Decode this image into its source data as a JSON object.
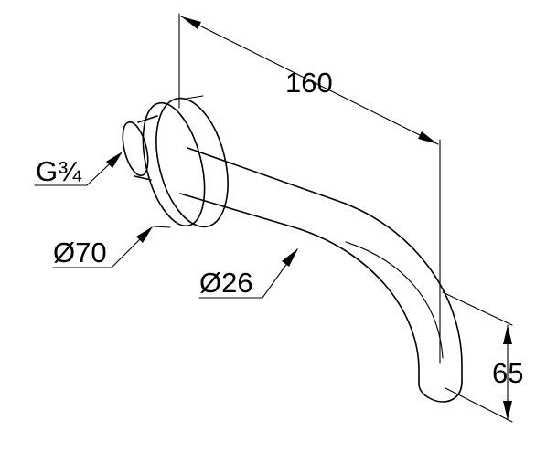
{
  "dimensions": {
    "length": "160",
    "height": "65",
    "thread": "G¾",
    "flange_diameter": "Ø70",
    "spout_diameter": "Ø26"
  },
  "colors": {
    "line": "#000000",
    "background": "#ffffff"
  }
}
